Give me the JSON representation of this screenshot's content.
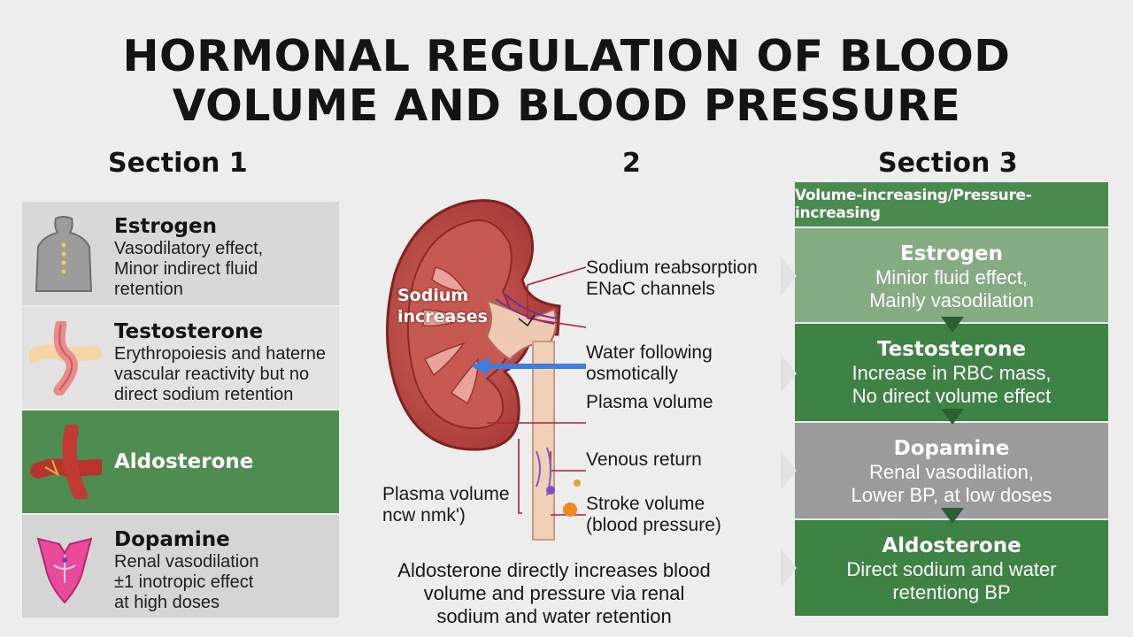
{
  "title": {
    "line1": "HORMONAL REGULATION OF BLOOD",
    "line2": "VOLUME AND BLOOD PRESSURE"
  },
  "sections": {
    "s1": "Section 1",
    "s2": "2",
    "s3": "Section 3"
  },
  "left_cards": {
    "estrogen": {
      "name": "Estrogen",
      "lines": [
        "Vasodilatory effect,",
        "Minor indirect fluid",
        "retention"
      ],
      "icon": "torso-icon"
    },
    "testosterone": {
      "name": "Testosterone",
      "lines": [
        "Erythropoiesis and haterne",
        "vascular reactivity but no",
        "direct sodium retention"
      ],
      "icon": "intestine-icon"
    },
    "aldosterone": {
      "name": "Aldosterone",
      "icon": "blood-vessel-icon"
    },
    "dopamine": {
      "name": "Dopamine",
      "lines": [
        "Renal vasodilation",
        "±1 inotropic effect",
        "at high doses"
      ],
      "icon": "heart-icon"
    }
  },
  "diagram": {
    "sodium_increases": [
      "Sodium",
      "increases"
    ],
    "sodium_reabsorption": [
      "Sodium reabsorption",
      "ENaC channels"
    ],
    "water_following": [
      "Water following",
      "osmotically"
    ],
    "plasma_volume": "Plasma volume",
    "venous_return": "Venous return",
    "plasma_volume_left": [
      "Plasma volume",
      "ncw nmk')"
    ],
    "stroke_volume": [
      "Stroke volume",
      "(blood pressure)"
    ],
    "caption": [
      "Aldosterone directly increases blood",
      "volume and pressure via renal",
      "sodium and water retention"
    ]
  },
  "right": {
    "header": "Volume-increasing/Pressure-increasing",
    "cards": {
      "estrogen": {
        "name": "Estrogen",
        "lines": [
          "Minior fluid effect,",
          "Mainly vasodilation"
        ]
      },
      "testosterone": {
        "name": "Testosterone",
        "lines": [
          "Increase in RBC mass,",
          "No direct volume effect"
        ]
      },
      "dopamine": {
        "name": "Dopamine",
        "lines": [
          "Renal vasodilation,",
          "Lower BP, at low doses"
        ]
      },
      "aldosterone": {
        "name": "Aldosterone",
        "lines": [
          "Direct sodium and water",
          "retentiong BP"
        ]
      }
    }
  },
  "colors": {
    "green_dark": "#3e8344",
    "green_light": "#84ab82",
    "grey": "#9b9b9b",
    "kidney": "#b03a3a"
  }
}
